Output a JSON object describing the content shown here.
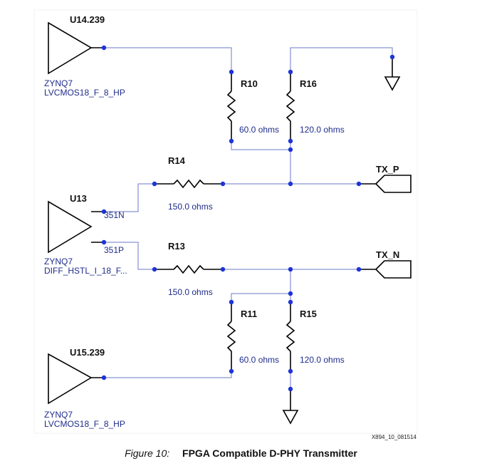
{
  "figure": {
    "label": "Figure 10:",
    "title": "FPGA Compatible D-PHY Transmitter",
    "doc_code": "X894_10_081514"
  },
  "components": {
    "u14": {
      "ref": "U14.239",
      "lib": "ZYNQ7",
      "part": "LVCMOS18_F_8_HP"
    },
    "u13": {
      "ref": "U13",
      "lib": "ZYNQ7",
      "part": "DIFF_HSTL_I_18_F...",
      "pin_n": "351N",
      "pin_p": "351P"
    },
    "u15": {
      "ref": "U15.239",
      "lib": "ZYNQ7",
      "part": "LVCMOS18_F_8_HP"
    },
    "r10": {
      "ref": "R10",
      "value": "60.0 ohms"
    },
    "r16": {
      "ref": "R16",
      "value": "120.0 ohms"
    },
    "r14": {
      "ref": "R14",
      "value": "150.0 ohms"
    },
    "r13": {
      "ref": "R13",
      "value": "150.0 ohms"
    },
    "r11": {
      "ref": "R11",
      "value": "60.0 ohms"
    },
    "r15": {
      "ref": "R15",
      "value": "120.0 ohms"
    }
  },
  "ports": {
    "tx_p": "TX_P",
    "tx_n": "TX_N"
  },
  "colors": {
    "wire": "#6b78c8",
    "junction": "#1e33d8",
    "label": "#1f2c8a"
  }
}
